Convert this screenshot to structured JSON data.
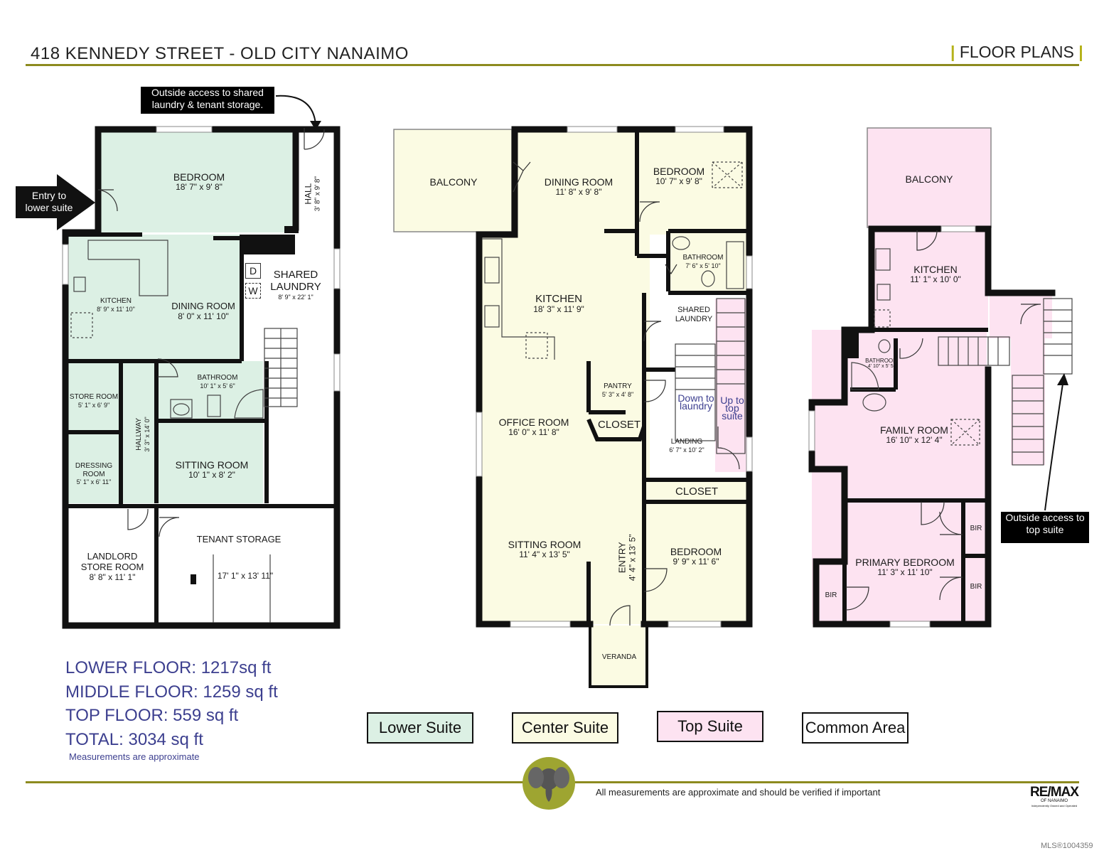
{
  "header": {
    "title": "418 KENNEDY STREET - OLD CITY NANAIMO",
    "right_label": "FLOOR PLANS"
  },
  "colors": {
    "lower_suite": "#dcf0e4",
    "center_suite": "#fbfbe3",
    "top_suite": "#fde3f1",
    "common_area": "#ffffff",
    "rule": "#8d8b1f",
    "area_text": "#3c3f8f"
  },
  "callouts": {
    "outside_shared": "Outside access to shared laundry & tenant storage.",
    "entry_lower": "Entry to lower suite",
    "outside_top": "Outside access to top suite"
  },
  "lower": {
    "bedroom": {
      "name": "BEDROOM",
      "dim": "18' 7\" x 9' 8\""
    },
    "hall": {
      "name": "HALL",
      "dim": "3' 8\" x 9' 8\""
    },
    "shared_laundry": {
      "name": "SHARED LAUNDRY",
      "dim": "8' 9\" x 22' 1\""
    },
    "dryer": "D",
    "washer": "W",
    "kitchen": {
      "name": "KITCHEN",
      "dim": "8' 9\" x 11' 10\""
    },
    "dining": {
      "name": "DINING ROOM",
      "dim": "8' 0\" x 11' 10\""
    },
    "bathroom": {
      "name": "BATHROOM",
      "dim": "10' 1\" x 5' 6\""
    },
    "store": {
      "name": "STORE ROOM",
      "dim": "5' 1\" x 6' 9\""
    },
    "hallway": {
      "name": "HALLWAY",
      "dim": "3' 3\" x 14' 0\""
    },
    "dressing": {
      "name": "DRESSING ROOM",
      "dim": "5' 1\" x 6' 11\""
    },
    "sitting": {
      "name": "SITTING ROOM",
      "dim": "10' 1\" x 8' 2\""
    },
    "landlord": {
      "name": "LANDLORD STORE ROOM",
      "dim": "8' 8\" x 11' 1\""
    },
    "tenant": {
      "name": "TENANT STORAGE",
      "dim": "17' 1\" x 13' 11\""
    }
  },
  "middle": {
    "balcony": {
      "name": "BALCONY"
    },
    "dining": {
      "name": "DINING ROOM",
      "dim": "11' 8\" x 9' 8\""
    },
    "bedroom1": {
      "name": "BEDROOM",
      "dim": "10' 7\" x 9' 8\""
    },
    "bathroom": {
      "name": "BATHROOM",
      "dim": "7' 6\" x 5' 10\""
    },
    "kitchen": {
      "name": "KITCHEN",
      "dim": "18' 3\" x 11' 9\""
    },
    "shared_laundry": {
      "name": "SHARED LAUNDRY"
    },
    "pantry": {
      "name": "PANTRY",
      "dim": "5' 3\" x 4' 8\""
    },
    "closet1": {
      "name": "CLOSET"
    },
    "down": "Down to laundry",
    "up": "Up to top suite",
    "landing": {
      "name": "LANDING",
      "dim": "6' 7\" x 10' 2\""
    },
    "office": {
      "name": "OFFICE ROOM",
      "dim": "16' 0\" x 11' 8\""
    },
    "closet2": {
      "name": "CLOSET"
    },
    "sitting": {
      "name": "SITTING ROOM",
      "dim": "11' 4\" x 13' 5\""
    },
    "entry": {
      "name": "ENTRY",
      "dim": "4' 4\" x 13' 5\""
    },
    "bedroom2": {
      "name": "BEDROOM",
      "dim": "9' 9\" x 11' 6\""
    },
    "veranda": {
      "name": "VERANDA"
    }
  },
  "top": {
    "balcony": {
      "name": "BALCONY"
    },
    "kitchen": {
      "name": "KITCHEN",
      "dim": "11' 1\" x 10' 0\""
    },
    "bathroom": {
      "name": "BATHROOM",
      "dim": "4' 10\" x 5' 5\""
    },
    "family": {
      "name": "FAMILY ROOM",
      "dim": "16' 10\" x 12' 4\""
    },
    "primary": {
      "name": "PRIMARY BEDROOM",
      "dim": "11' 3\" x 11' 10\""
    },
    "bir": "BIR"
  },
  "areas": {
    "lower": "LOWER FLOOR: 1217sq ft",
    "middle": "MIDDLE FLOOR: 1259 sq ft",
    "top": "TOP FLOOR: 559 sq ft",
    "total": "TOTAL: 3034 sq ft",
    "approx": "Measurements are approximate"
  },
  "legend": {
    "lower": "Lower Suite",
    "center": "Center Suite",
    "top": "Top Suite",
    "common": "Common Area"
  },
  "footer": {
    "note": "All measurements are approximate and should be verified if important",
    "remax": "RE/MAX",
    "remax_sub": "OF NANAIMO",
    "remax_sub2": "Independently Owned and Operated",
    "mls": "MLS®1004359"
  }
}
